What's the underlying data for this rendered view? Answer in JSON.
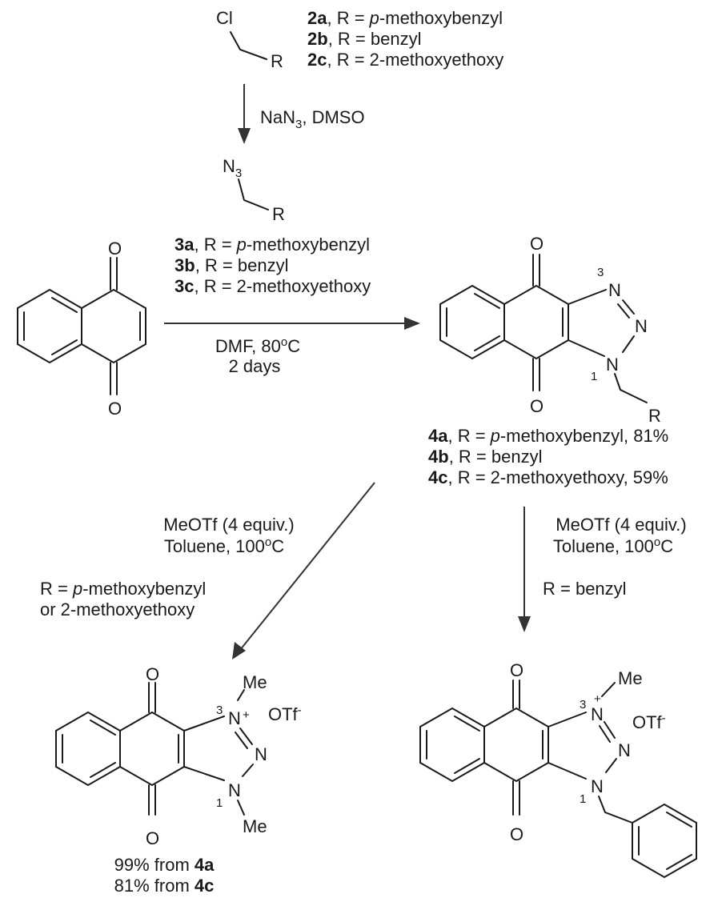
{
  "reagents": {
    "chloride_list": [
      {
        "code": "2a",
        "r_prefix": ", R = ",
        "r_italic": "p",
        "r_value": "-methoxybenzyl"
      },
      {
        "code": "2b",
        "r_prefix": ", R = ",
        "r_italic": "",
        "r_value": "benzyl"
      },
      {
        "code": "2c",
        "r_prefix": ", R = ",
        "r_italic": "",
        "r_value": "2-methoxyethoxy"
      }
    ],
    "azide_list": [
      {
        "code": "3a",
        "r_prefix": ", R = ",
        "r_italic": "p",
        "r_value": "-methoxybenzyl"
      },
      {
        "code": "3b",
        "r_prefix": ", R = ",
        "r_italic": "",
        "r_value": "benzyl"
      },
      {
        "code": "3c",
        "r_prefix": ", R = ",
        "r_italic": "",
        "r_value": "2-methoxyethoxy"
      }
    ],
    "product_list": [
      {
        "code": "4a",
        "r_prefix": ", R = ",
        "r_italic": "p",
        "r_value": "-methoxybenzyl, 81%"
      },
      {
        "code": "4b",
        "r_prefix": ", R = ",
        "r_italic": "",
        "r_value": "benzyl"
      },
      {
        "code": "4c",
        "r_prefix": ", R = ",
        "r_italic": "",
        "r_value": "2-methoxyethoxy, 59%"
      }
    ]
  },
  "conditions": {
    "step1": {
      "reagent": "NaN",
      "subscript": "3",
      "rest": ", DMSO"
    },
    "step2": {
      "line1_a": "DMF, 80",
      "line1_sup": "o",
      "line1_b": "C",
      "line2": "2 days"
    },
    "step3_left": {
      "line1": "MeOTf (4 equiv.)",
      "line2_a": "Toluene, 100",
      "line2_sup": "o",
      "line2_b": "C",
      "note1": "R = ",
      "note1_italic": "p",
      "note1_b": "-methoxybenzyl",
      "note2": "or 2-methoxyethoxy"
    },
    "step3_right": {
      "line1": "MeOTf (4 equiv.)",
      "line2_a": "Toluene, 100",
      "line2_sup": "o",
      "line2_b": "C",
      "note1": "R = benzyl"
    }
  },
  "yields": {
    "line1_a": "99% from ",
    "line1_b": "4a",
    "line2_a": "81% from ",
    "line2_b": "4c"
  },
  "atoms": {
    "cl": "Cl",
    "r": "R",
    "n": "N",
    "o": "O",
    "me": "Me",
    "n3_main": "N",
    "n3_sub": "3",
    "otf_main": "OTf",
    "otf_sup": "-",
    "plus": "+",
    "plus_star": "+",
    "locant_1": "1",
    "locant_3": "3"
  }
}
